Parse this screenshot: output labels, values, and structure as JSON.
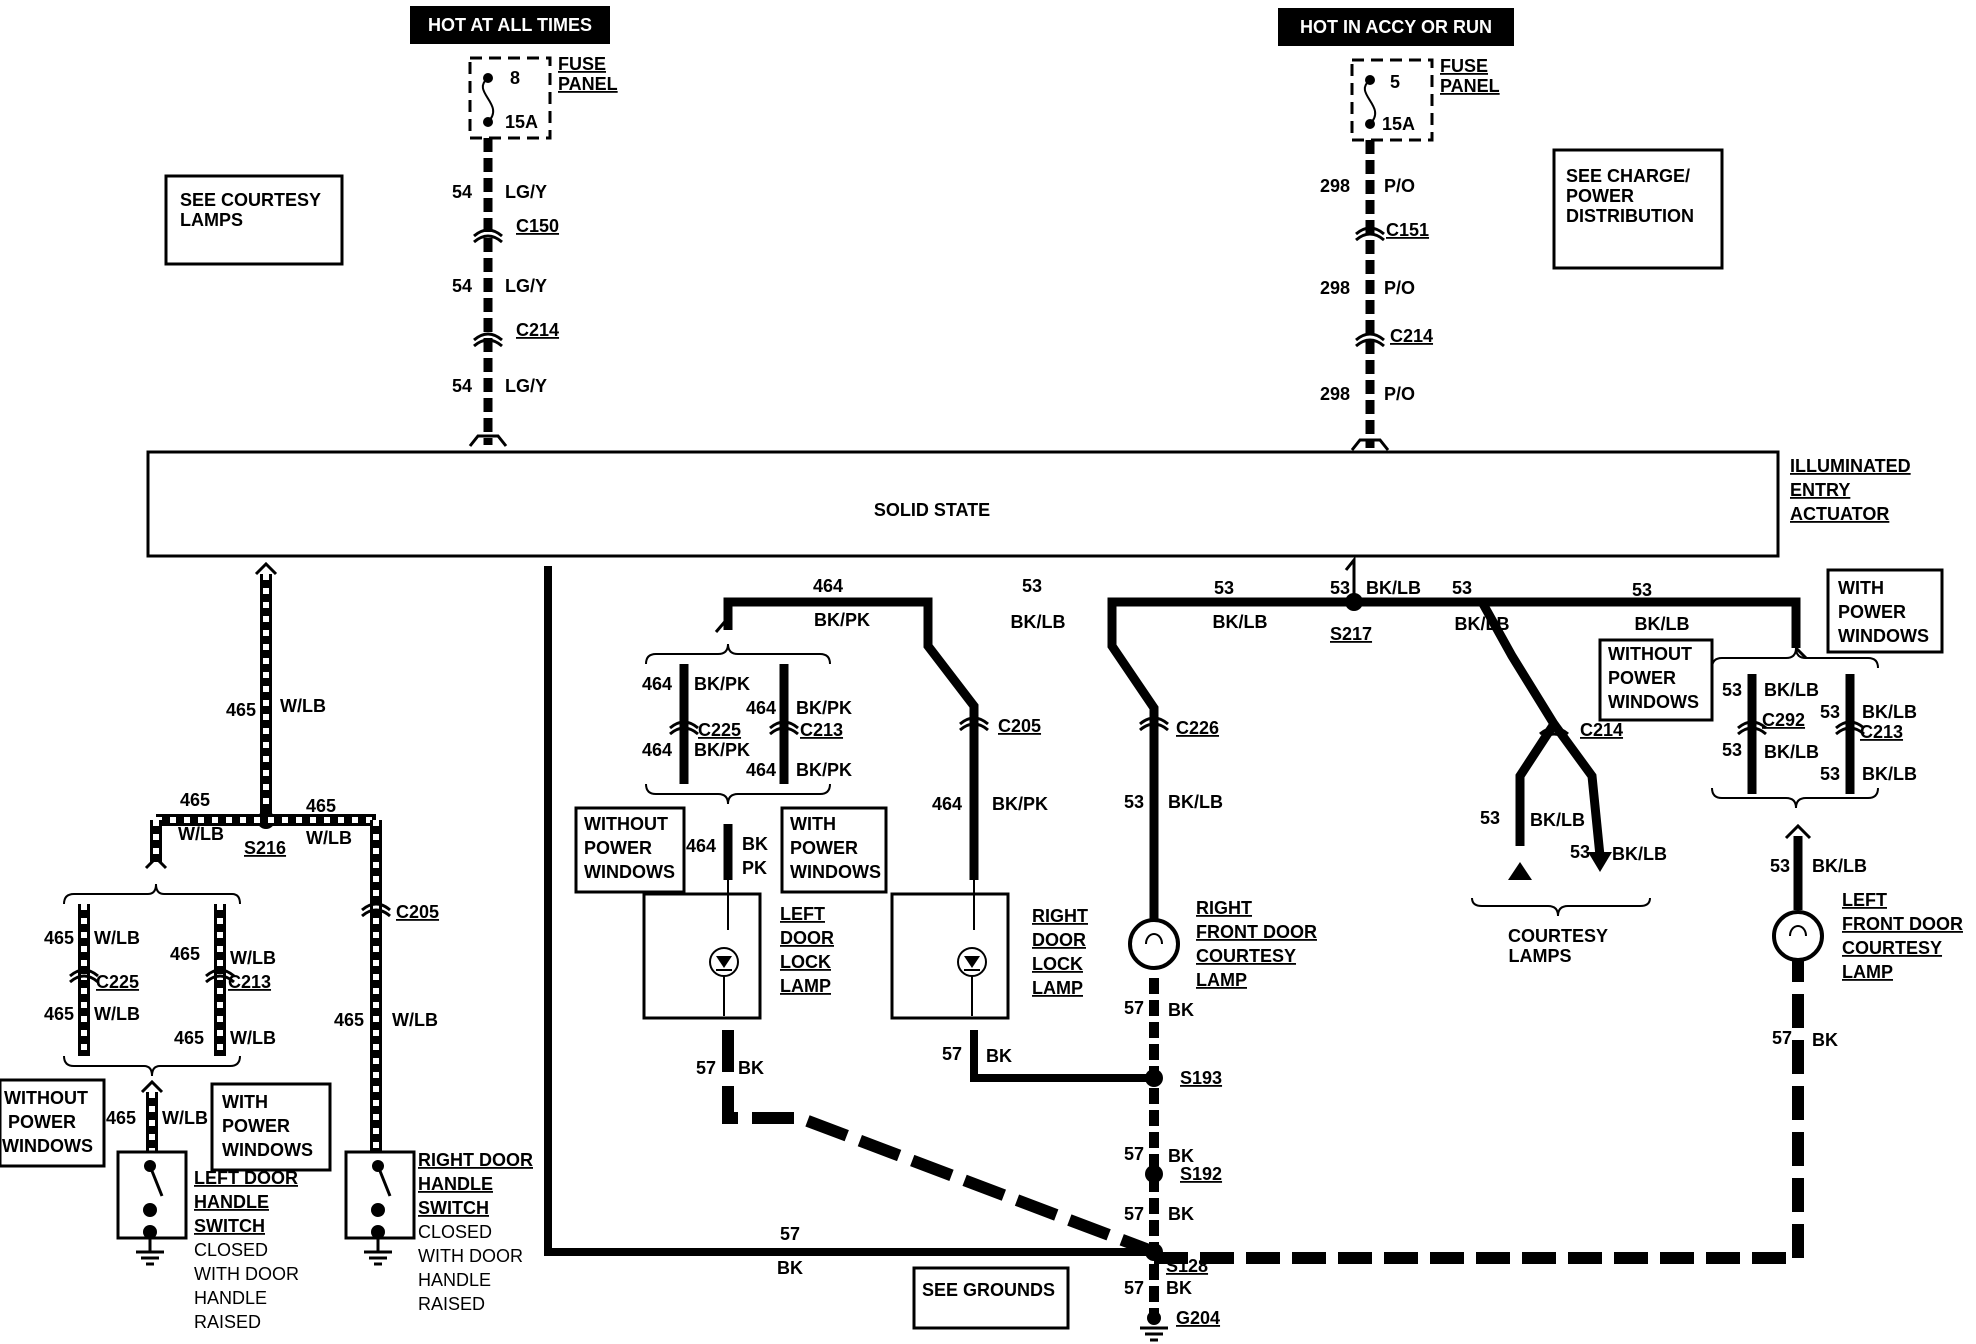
{
  "power": {
    "left_banner": "HOT AT ALL TIMES",
    "right_banner": "HOT IN ACCY OR RUN",
    "left_fuse": {
      "title1": "FUSE",
      "title2": "PANEL",
      "num": "8",
      "amp": "15A"
    },
    "right_fuse": {
      "title1": "FUSE",
      "title2": "PANEL",
      "num": "5",
      "amp": "15A"
    }
  },
  "refs": {
    "courtesy_lamps1": "SEE COURTESY",
    "courtesy_lamps2": "LAMPS",
    "charge1": "SEE CHARGE/",
    "charge2": "POWER",
    "charge3": "DISTRIBUTION",
    "grounds": "SEE GROUNDS"
  },
  "module": {
    "label": "SOLID STATE",
    "name1": "ILLUMINATED",
    "name2": "ENTRY",
    "name3": "ACTUATOR"
  },
  "wires": {
    "c54": "54",
    "lgy": "LG/Y",
    "c298": "298",
    "po": "P/O",
    "c465": "465",
    "wlb": "W/LB",
    "c464": "464",
    "bkpk": "BK/PK",
    "bk": "BK",
    "pk": "PK",
    "c53": "53",
    "bklb": "BK/LB",
    "c57": "57"
  },
  "connectors": {
    "c150": "C150",
    "c151": "C151",
    "c214": "C214",
    "c225": "C225",
    "c213": "C213",
    "c205": "C205",
    "c226": "C226",
    "c292": "C292",
    "s216": "S216",
    "s217": "S217",
    "s193": "S193",
    "s192": "S192",
    "s128": "S128",
    "g204": "G204"
  },
  "options": {
    "without1": "WITHOUT",
    "without2": "POWER",
    "without3": "WINDOWS",
    "with1": "WITH",
    "with2": "POWER",
    "with3": "WINDOWS"
  },
  "components": {
    "left_switch": [
      "LEFT DOOR",
      "HANDLE",
      "SWITCH"
    ],
    "left_switch_note": [
      "CLOSED",
      "WITH DOOR",
      "HANDLE",
      "RAISED"
    ],
    "right_switch": [
      "RIGHT DOOR",
      "HANDLE",
      "SWITCH"
    ],
    "right_switch_note": [
      "CLOSED",
      "WITH DOOR",
      "HANDLE",
      "RAISED"
    ],
    "left_lock_lamp": [
      "LEFT",
      "DOOR",
      "LOCK",
      "LAMP"
    ],
    "right_lock_lamp": [
      "RIGHT",
      "DOOR",
      "LOCK",
      "LAMP"
    ],
    "rf_courtesy": [
      "RIGHT",
      "FRONT DOOR",
      "COURTESY",
      "LAMP"
    ],
    "lf_courtesy": [
      "LEFT",
      "FRONT DOOR",
      "COURTESY",
      "LAMP"
    ],
    "courtesy_lamps": [
      "COURTESY",
      "LAMPS"
    ]
  }
}
